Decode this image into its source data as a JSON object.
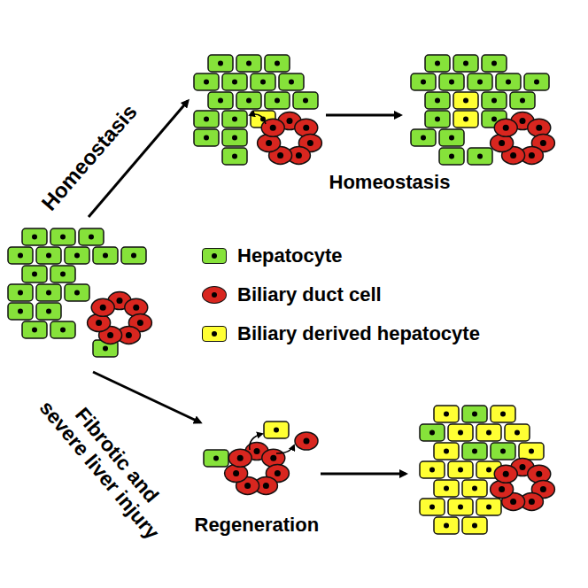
{
  "diagram": {
    "labels": [
      "Homeostasis",
      "Homeostasis",
      "Fibrotic and severe liver injury",
      "Regeneration"
    ],
    "legend": [
      {
        "text": "Hepatocyte",
        "color": "#86e23a"
      },
      {
        "text": "Biliary duct cell",
        "color": "#d8261f"
      },
      {
        "text": "Biliary derived hepatocyte",
        "color": "#ffff33"
      }
    ]
  }
}
